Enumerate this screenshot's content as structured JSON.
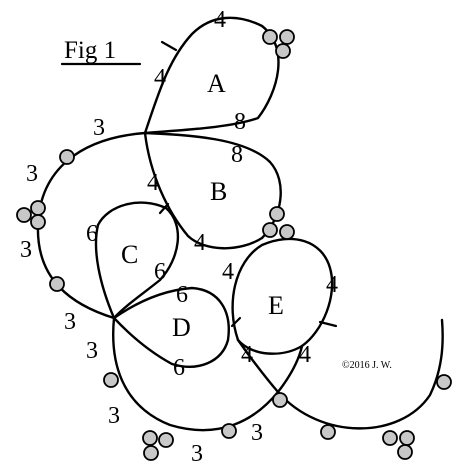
{
  "figure": {
    "title": "Fig 1",
    "copyright": "©2016 J. W.",
    "ring_labels": [
      "A",
      "B",
      "C",
      "D",
      "E"
    ],
    "stitch_counts": {
      "ring_a": [
        "4",
        "4",
        "8"
      ],
      "ring_b": [
        "8",
        "4",
        "4"
      ],
      "ring_c": [
        "6",
        "6"
      ],
      "ring_d": [
        "6",
        "6"
      ],
      "ring_e": [
        "4",
        "4",
        "4",
        "4"
      ],
      "chain_outer": [
        "3",
        "3",
        "3",
        "3",
        "3",
        "3",
        "3",
        "3"
      ]
    },
    "colors": {
      "line": "#000000",
      "picot_fill": "#c8c8c8",
      "background": "#ffffff"
    }
  }
}
